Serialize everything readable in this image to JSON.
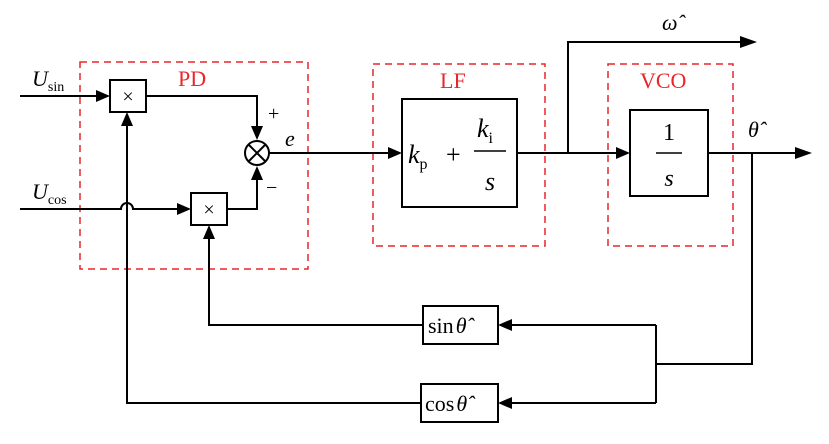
{
  "inputs": {
    "u_sin": {
      "main": "U",
      "sub": "sin"
    },
    "u_cos": {
      "main": "U",
      "sub": "cos"
    }
  },
  "outputs": {
    "omega_hat": "ω̂",
    "theta_hat": "θ̂"
  },
  "groups": {
    "pd": "PD",
    "lf": "LF",
    "vco": "VCO"
  },
  "multipliers": {
    "top": "×",
    "bottom": "×"
  },
  "summing": {
    "plus": "+",
    "minus": "−",
    "error": "e"
  },
  "lf_block": {
    "kp_main": "k",
    "kp_sub": "p",
    "plus": "+",
    "ki_main": "k",
    "ki_sub": "i",
    "s": "s"
  },
  "vco_block": {
    "numerator": "1",
    "denominator": "s"
  },
  "feedback": {
    "sin_label": "sin",
    "sin_theta": "θ̂",
    "cos_label": "cos",
    "cos_theta": "θ̂"
  },
  "colors": {
    "group_outline": "#e8272b",
    "group_label": "#e8272b",
    "lines": "#000000"
  }
}
